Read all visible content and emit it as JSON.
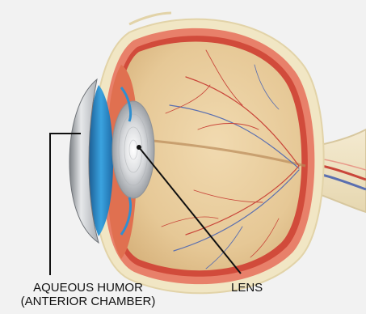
{
  "labels": {
    "aqueous_line1": "AQUEOUS HUMOR",
    "aqueous_line2": "(ANTERIOR CHAMBER)",
    "lens": "LENS"
  },
  "colors": {
    "background": "#f2f2f2",
    "sclera_outer": "#f1e6c4",
    "choroid": "#e8806a",
    "retina": "#d14b3b",
    "vitreous": "#e9cfa0",
    "cornea": "#c9ccd0",
    "iris": "#2f8fd0",
    "lens": "#c7c9cc",
    "vessel_red": "#c9463a",
    "vessel_blue": "#5a6fb0",
    "leader_line": "#111111"
  }
}
